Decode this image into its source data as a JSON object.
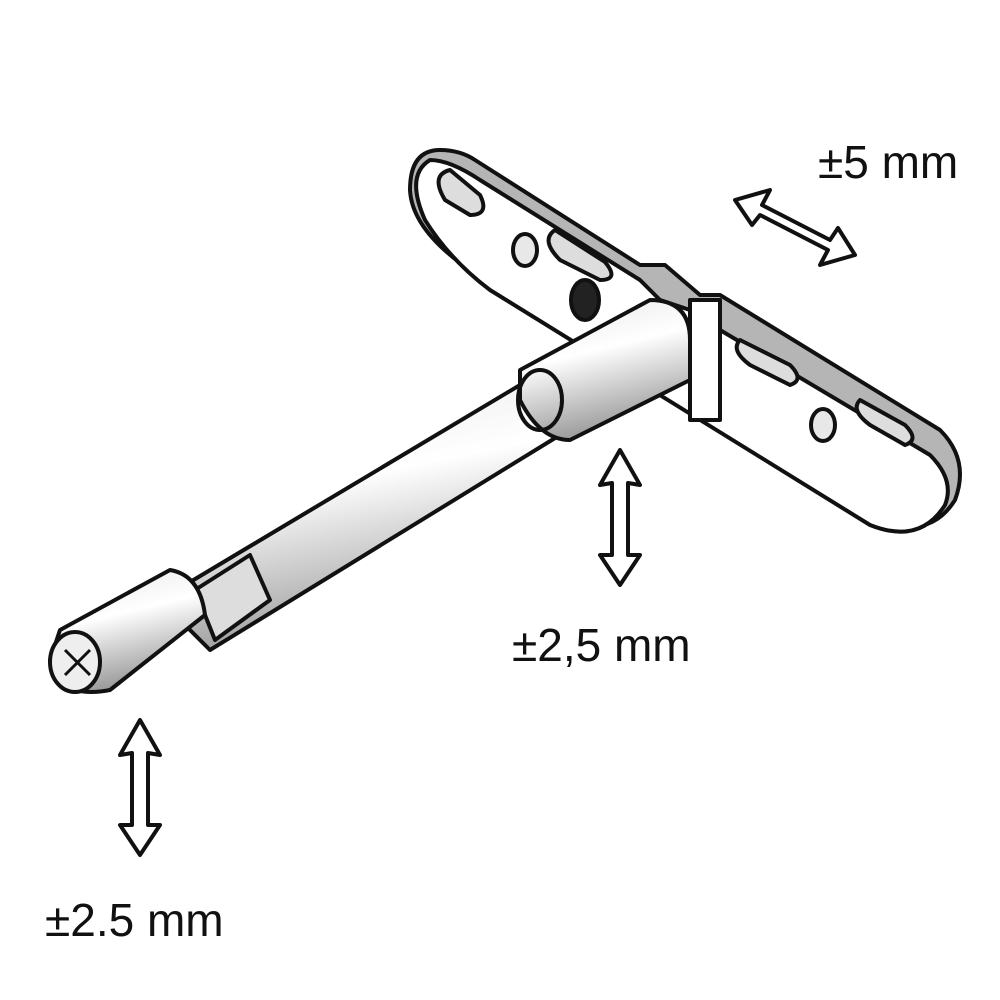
{
  "labels": {
    "plate_adjust": "±5 mm",
    "rod_vertical": "±2,5 mm",
    "tip_vertical": "±2.5 mm"
  },
  "colors": {
    "line": "#111111",
    "plate_edge": "#b5b5b5",
    "fill": "#ffffff",
    "shade": "#cfcfcf"
  }
}
